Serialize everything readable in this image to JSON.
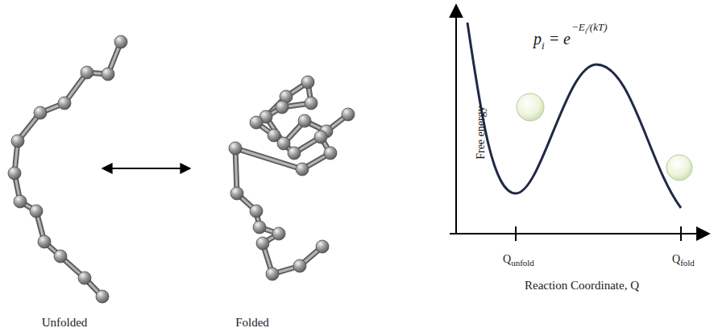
{
  "diagram": {
    "nodes": [
      {
        "text": [
          "Unfolded"
        ]
      },
      {
        "text": [
          "Folded"
        ]
      }
    ],
    "edges": [
      {
        "from": 0,
        "to": 1,
        "arrow": "both"
      }
    ],
    "labels": [
      "p",
      "i",
      "= e",
      "−E",
      "i",
      "/(kT)",
      "Free energy",
      "Q",
      "unfold",
      "Q",
      "fold",
      "Reaction Coordinate, Q"
    ]
  }
}
